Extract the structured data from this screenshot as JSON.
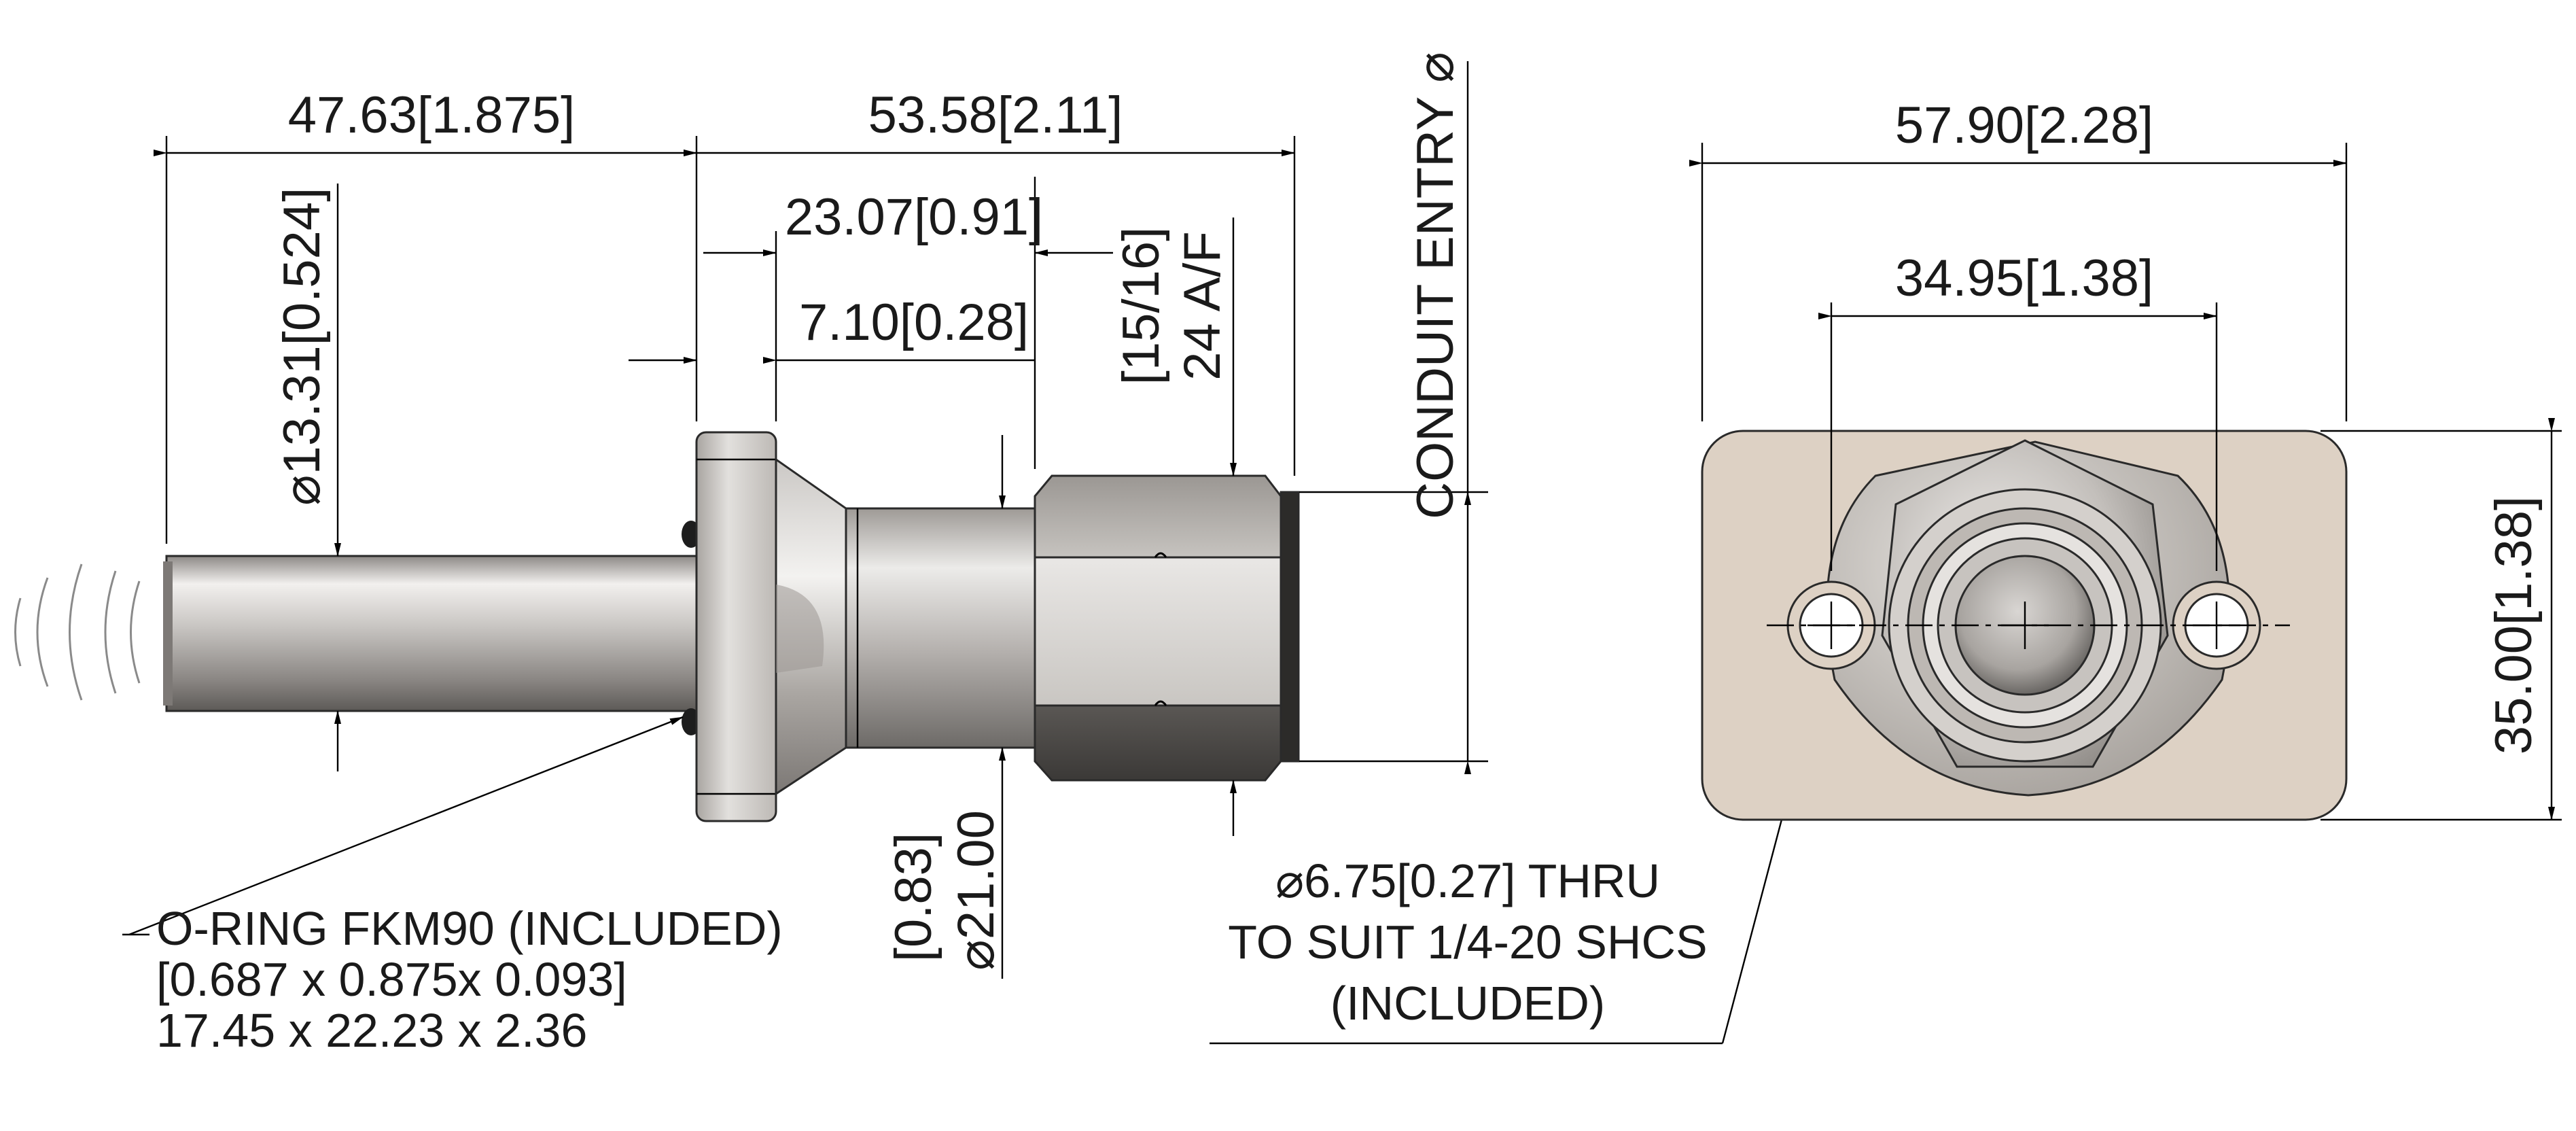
{
  "side_view": {
    "dims": {
      "overall_left": "47.63[1.875]",
      "overall_right": "53.58[2.11]",
      "neck_length": "23.07[0.91]",
      "flange_to_hex": "7.10[0.28]",
      "hex_af": "[15/16]",
      "hex_af_mm": "24 A/F",
      "probe_dia": "⌀13.31[0.524]",
      "conduit": "CONDUIT ENTRY ⌀",
      "body_dia_in": "[0.83]",
      "body_dia_mm": "⌀21.00"
    },
    "oring_note": {
      "line1": "O-RING FKM90 (INCLUDED)",
      "line2": "[0.687 x 0.875x 0.093]",
      "line3": "17.45 x 22.23 x 2.36"
    }
  },
  "end_view": {
    "dims": {
      "flange_width": "57.90[2.28]",
      "hole_spacing": "34.95[1.38]",
      "flange_height": "35.00[1.38]"
    },
    "hole_note": {
      "line1": "⌀6.75[0.27] THRU",
      "line2": "TO SUIT 1/4-20 SHCS",
      "line3": "(INCLUDED)"
    }
  },
  "colors": {
    "metal_light": "#e6e4e2",
    "metal_mid": "#b9b6b3",
    "metal_dark": "#6f6c69",
    "hex_dark": "#4a4845",
    "plate": "#ddd1c4"
  }
}
